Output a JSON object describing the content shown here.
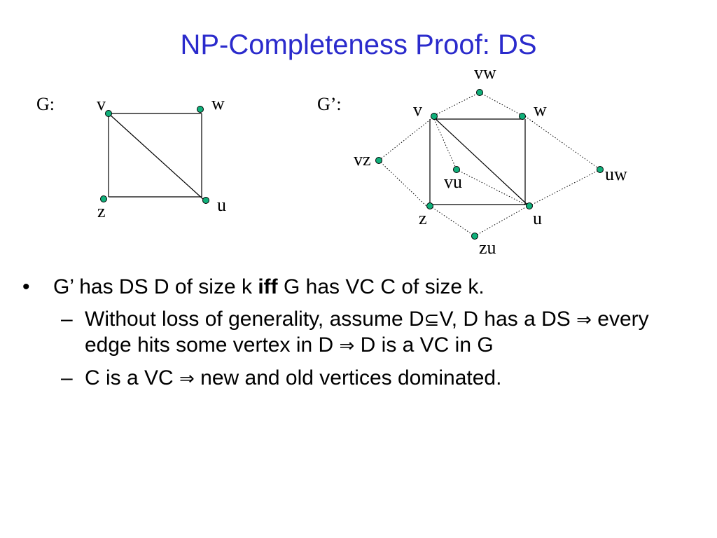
{
  "slide": {
    "title": "NP-Completeness Proof: DS"
  },
  "graph_g": {
    "label": "G:",
    "vertices": [
      "v",
      "w",
      "z",
      "u"
    ]
  },
  "graph_gp": {
    "label": "G’:",
    "vertices": [
      "v",
      "w",
      "z",
      "u",
      "vw",
      "vz",
      "vu",
      "uw",
      "zu"
    ]
  },
  "bullets": [
    {
      "level": 1,
      "marker": "•",
      "parts": [
        {
          "text": "G’ has DS D of size k ",
          "bold": false
        },
        {
          "text": "iff",
          "bold": true
        },
        {
          "text": " G has VC C of size k.",
          "bold": false
        }
      ]
    },
    {
      "level": 2,
      "marker": "–",
      "parts": [
        {
          "text": "Without loss of generality, assume D",
          "bold": false
        },
        {
          "text": "⊆",
          "symbol": true
        },
        {
          "text": "V, D has a DS ",
          "bold": false
        },
        {
          "text": "⇒",
          "symbol": true
        },
        {
          "text": " every edge hits some vertex in D ",
          "bold": false
        },
        {
          "text": "⇒",
          "symbol": true
        },
        {
          "text": " D is a VC in G",
          "bold": false
        }
      ]
    },
    {
      "level": 2,
      "marker": "–",
      "parts": [
        {
          "text": "C is a VC ",
          "bold": false
        },
        {
          "text": "⇒",
          "symbol": true
        },
        {
          "text": " new and old vertices dominated.",
          "bold": false
        }
      ]
    }
  ],
  "colors": {
    "title": "#2b2bcc",
    "node_fill": "#10b07a"
  }
}
